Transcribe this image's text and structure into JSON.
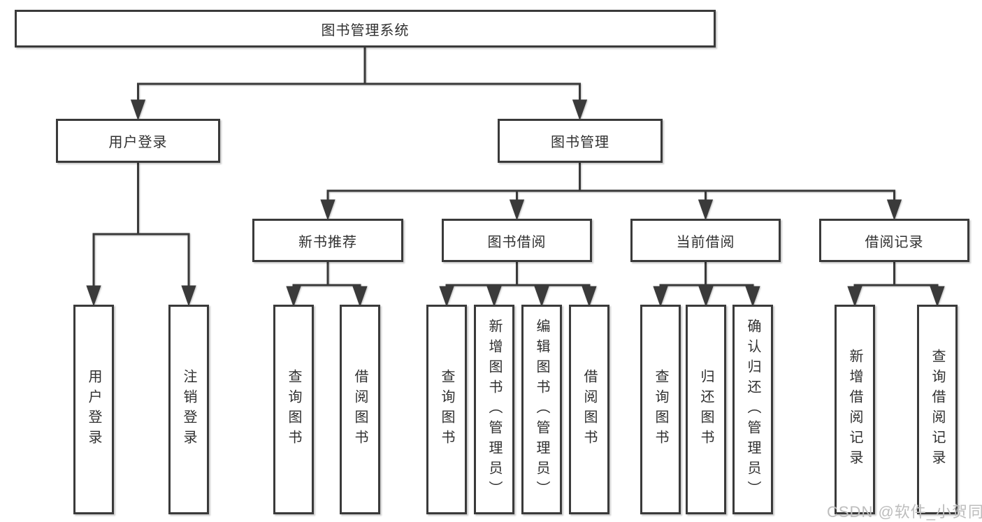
{
  "diagram": {
    "root": {
      "label": "图书管理系统"
    },
    "user_branch": {
      "label": "用户登录",
      "children": [
        {
          "label": "用户登录"
        },
        {
          "label": "注销登录"
        }
      ]
    },
    "book_branch": {
      "label": "图书管理",
      "groups": [
        {
          "label": "新书推荐",
          "children": [
            {
              "label": "查询图书"
            },
            {
              "label": "借阅图书"
            }
          ]
        },
        {
          "label": "图书借阅",
          "children": [
            {
              "label": "查询图书"
            },
            {
              "label": "新增图书（管理员）"
            },
            {
              "label": "编辑图书（管理员）"
            },
            {
              "label": "借阅图书"
            }
          ]
        },
        {
          "label": "当前借阅",
          "children": [
            {
              "label": "查询图书"
            },
            {
              "label": "归还图书"
            },
            {
              "label": "确认归还（管理员）"
            }
          ]
        },
        {
          "label": "借阅记录",
          "children": [
            {
              "label": "新增借阅记录"
            },
            {
              "label": "查询借阅记录"
            }
          ]
        }
      ]
    },
    "watermark": "CSDN @软件_小贺同学",
    "colors": {
      "line": "#3a3a3a",
      "border": "#3a3a3a",
      "text": "#303030",
      "background": "#ffffff",
      "watermark": "#bdbdbd"
    }
  }
}
